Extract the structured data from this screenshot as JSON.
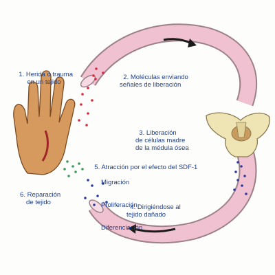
{
  "steps": [
    {
      "number": "1.",
      "text": "Herida o trauma\nen un tejido"
    },
    {
      "number": "2.",
      "text": "Moléculas enviando\nseñales de liberación"
    },
    {
      "number": "3.",
      "text": "Liberación\nde células madre\nde la médula ósea"
    },
    {
      "number": "4.",
      "text": "Dirigiéndose al\ntejido dañado"
    },
    {
      "number": "5.",
      "text": "Atracción por el efecto del SDF-1"
    },
    {
      "number": "6.",
      "text": "Reparación\nde tejido"
    }
  ],
  "step5_effects": [
    "Migración",
    "Proliferación",
    "Diferenciación"
  ],
  "colors": {
    "text": "#1f3f8c",
    "ring_fill": "#f0c2d1",
    "ring_stroke": "#9c8088",
    "arrow": "#1a1a1a",
    "red_dots": "#d8283c",
    "blue_dots": "#2b3a9c",
    "green_dots": "#3e9a5a",
    "skin": "#d69a5e",
    "bone": "#eee4b4"
  },
  "icons": [
    "hand-icon",
    "pelvis-icon",
    "clockwise-arrow-icon"
  ]
}
